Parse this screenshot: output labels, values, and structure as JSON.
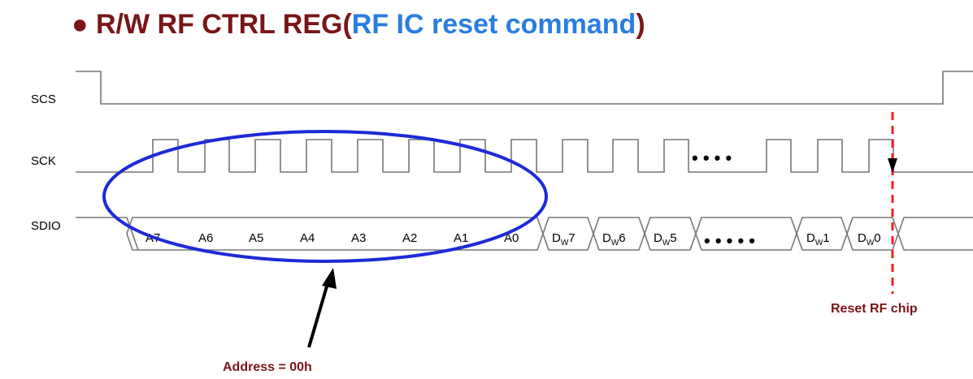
{
  "title": {
    "main": "R/W RF CTRL REG(",
    "command": "RF IC reset command",
    "close": ")",
    "main_color": "#7a1518",
    "command_color": "#2a7de1"
  },
  "signals": {
    "scs": "SCS",
    "sck": "SCK",
    "sdio": "SDIO"
  },
  "address_bits": [
    "A7",
    "A6",
    "A5",
    "A4",
    "A3",
    "A2",
    "A1",
    "A0"
  ],
  "data_bits": [
    {
      "base": "D",
      "sub": "W",
      "num": "7"
    },
    {
      "base": "D",
      "sub": "W",
      "num": "6"
    },
    {
      "base": "D",
      "sub": "W",
      "num": "5"
    },
    {
      "base": "D",
      "sub": "W",
      "num": "1"
    },
    {
      "base": "D",
      "sub": "W",
      "num": "0"
    }
  ],
  "ellipsis": {
    "sck": "• • • •",
    "sdio": "• • • • •"
  },
  "annotations": {
    "address": "Address = 00h",
    "reset": "Reset RF chip",
    "color": "#7a1518"
  },
  "highlight_color": "#1c2bd6",
  "marker_color": "#ff1a1a"
}
